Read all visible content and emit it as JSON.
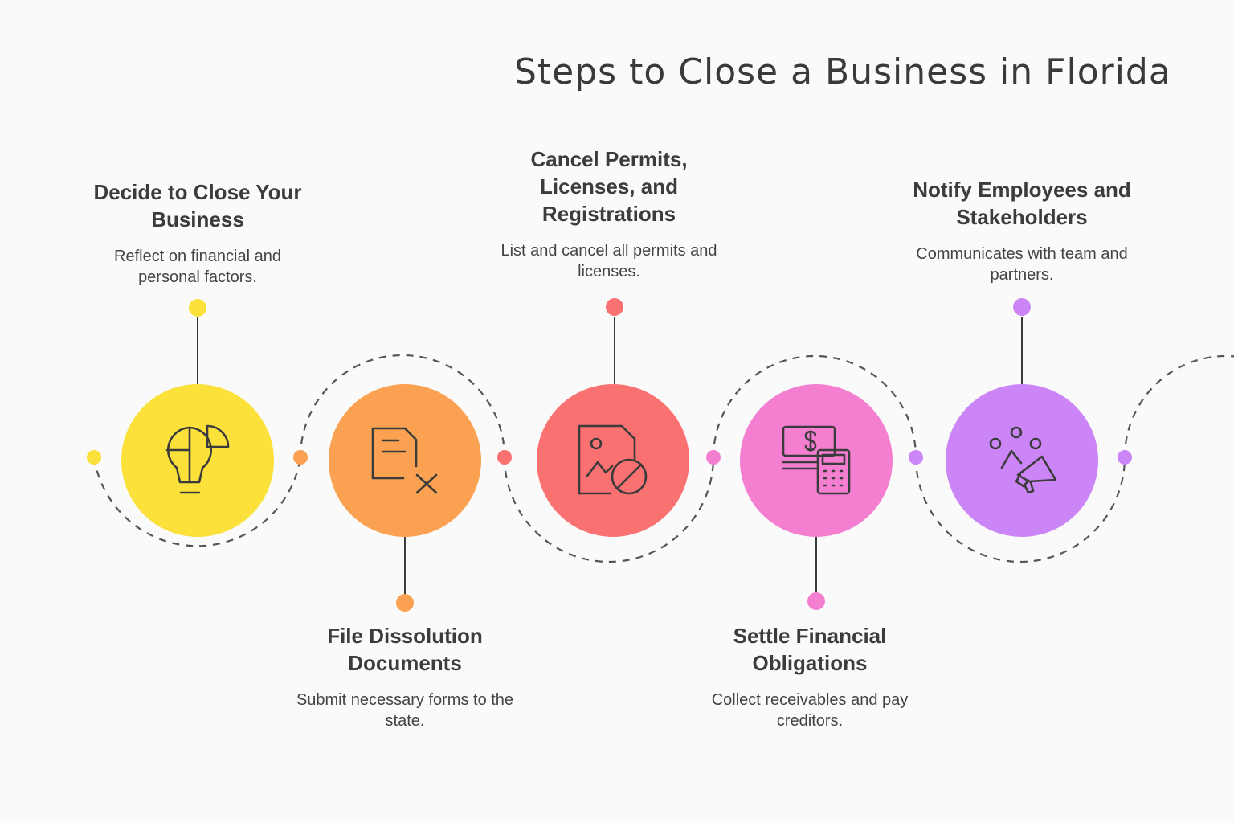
{
  "title": "Steps to Close a Business in Florida",
  "colors": {
    "yellow": "#fbe13a",
    "orange": "#fba252",
    "red": "#f97171",
    "pink": "#f47fd1",
    "purple": "#cb85f6",
    "connector": "#3b3b3b",
    "dashed": "#555555"
  },
  "steps": [
    {
      "heading": "Decide to Close Your Business",
      "description": "Reflect on financial and personal factors.",
      "icon": "lightbulb-pie-chart-icon",
      "color": "#fbe13a"
    },
    {
      "heading": "File Dissolution Documents",
      "description": "Submit necessary forms to the state.",
      "icon": "document-x-icon",
      "color": "#fba252"
    },
    {
      "heading": "Cancel Permits, Licenses, and Registrations",
      "description": "List and cancel all permits and licenses.",
      "icon": "document-cancel-icon",
      "color": "#f97171"
    },
    {
      "heading": "Settle Financial Obligations",
      "description": "Collect receivables and pay creditors.",
      "icon": "money-calculator-icon",
      "color": "#f47fd1"
    },
    {
      "heading": "Notify Employees and Stakeholders",
      "description": "Communicates with team and partners.",
      "icon": "team-megaphone-icon",
      "color": "#cb85f6"
    }
  ]
}
